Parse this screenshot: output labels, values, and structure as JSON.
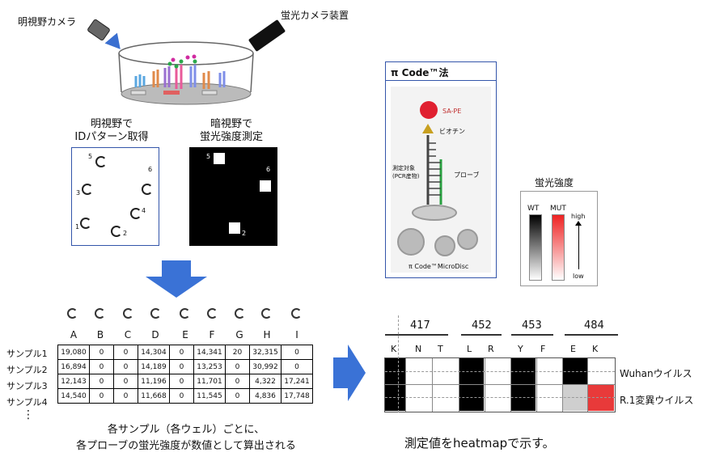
{
  "top": {
    "bright_camera": "明視野カメラ",
    "fluor_camera": "蛍光カメラ装置",
    "bright_caption": [
      "明視野で",
      "IDパターン取得"
    ],
    "dark_caption": [
      "暗視野で",
      "蛍光強度測定"
    ]
  },
  "bright_panel": {
    "numbers": [
      "5",
      "6",
      "3",
      "4",
      "1",
      "2"
    ]
  },
  "dark_panel": {
    "numbers": [
      "5",
      "6",
      "2"
    ]
  },
  "picode": {
    "title": "π Code™法",
    "sa_pe": "SA-PE",
    "biotin": "ビオチン",
    "target": [
      "測定対象",
      "(PCR産物)"
    ],
    "probe": "プローブ",
    "disc": "π Code™MicroDisc"
  },
  "legend": {
    "title": "蛍光強度",
    "wt": "WT",
    "mut": "MUT",
    "high": "high",
    "low": "low",
    "colors": {
      "wt": "#000000",
      "mut": "#ee2222"
    }
  },
  "table": {
    "columns": [
      "A",
      "B",
      "C",
      "D",
      "E",
      "F",
      "G",
      "H",
      "I"
    ],
    "rows": [
      {
        "label": "サンプル1",
        "values": [
          "19,080",
          "0",
          "0",
          "14,304",
          "0",
          "14,341",
          "20",
          "32,315",
          "0"
        ]
      },
      {
        "label": "サンプル2",
        "values": [
          "16,894",
          "0",
          "0",
          "14,189",
          "0",
          "13,253",
          "0",
          "30,992",
          "0"
        ]
      },
      {
        "label": "サンプル3",
        "values": [
          "12,143",
          "0",
          "0",
          "11,196",
          "0",
          "11,701",
          "0",
          "4,322",
          "17,241"
        ]
      },
      {
        "label": "サンプル4",
        "values": [
          "14,540",
          "0",
          "0",
          "11,668",
          "0",
          "11,545",
          "0",
          "4,836",
          "17,748"
        ]
      }
    ],
    "ellipsis": "⋮",
    "caption": [
      "各サンプル（各ウェル）ごとに、",
      "各プローブの蛍光強度が数値として算出される"
    ]
  },
  "heatmap": {
    "groups": [
      "417",
      "452",
      "453",
      "484"
    ],
    "columns": [
      "K",
      "N",
      "T",
      "L",
      "R",
      "Y",
      "F",
      "E",
      "K"
    ],
    "rows": [
      "Wuhanウイルス",
      "R.1変異ウイルス"
    ],
    "caption": "測定値をheatmapで示す。"
  }
}
